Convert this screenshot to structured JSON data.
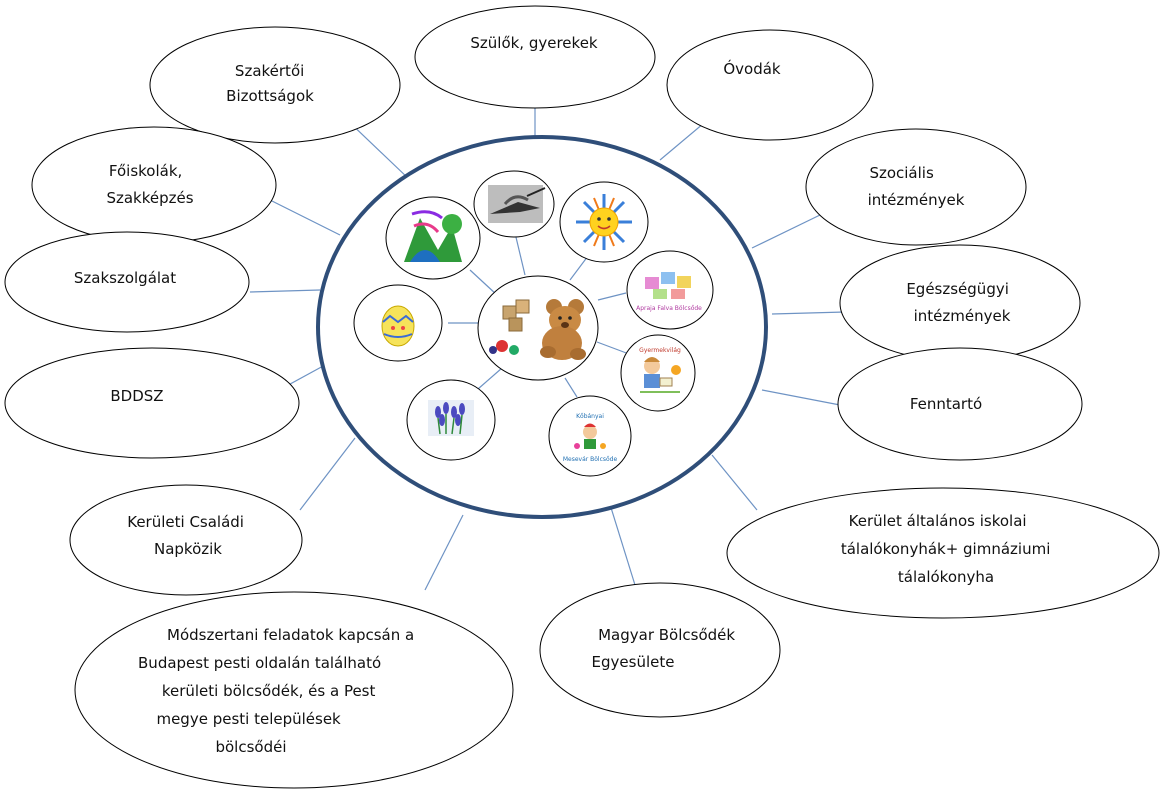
{
  "colors": {
    "outer_stroke": "#2f4e79",
    "connector": "#6e93c4",
    "ellipse_stroke": "#000000",
    "ellipse_fill": "#ffffff"
  },
  "nodes": {
    "szulok": [
      "Szülők, gyerekek"
    ],
    "ovodak": [
      "Óvodák"
    ],
    "szakertoi": [
      "Szakértői",
      "Bizottságok"
    ],
    "szocialis": [
      "Szociális",
      "intézmények"
    ],
    "foiskolak": [
      "Főiskolák,",
      "Szakképzés"
    ],
    "egeszsegugyi": [
      "Egészségügyi",
      "intézmények"
    ],
    "szakszolgalat": [
      "Szakszolgálat"
    ],
    "fenntarto": [
      "Fenntartó"
    ],
    "bddsz": [
      "BDDSZ"
    ],
    "keruleti_csaladi": [
      "Kerületi Családi",
      "Napközik"
    ],
    "keruleti_iskolai": [
      "Kerület általános iskolai",
      "tálalókonyhák+ gimnáziumi",
      "tálalókonyha"
    ],
    "magyar_bolcsodek": [
      "Magyar Bölcsődék",
      "Egyesülete"
    ],
    "modszertani": [
      "Módszertani  feladatok kapcsán a",
      "Budapest pesti oldalán található",
      "kerületi bölcsődék, és a Pest",
      "megye pesti települések",
      "bölcsődéi"
    ]
  },
  "inner_images": {
    "center": "teddy-bear-with-blocks",
    "ring": [
      "nature-scene-clipart",
      "swallow-bird-photo",
      "sun-face-clipart",
      "colorful-children-nursery-logo",
      "child-reading-clipart",
      "kid-with-flowers-nursery-logo",
      "spring-crocus-flowers",
      "easter-egg-clipart"
    ],
    "ring_logo_texts": {
      "colorful": "Apraja Falva Bölcsőde",
      "reading": "Gyermekvilág",
      "kid": [
        "Kőbányai",
        "Mesevár Bölcsőde"
      ]
    }
  }
}
